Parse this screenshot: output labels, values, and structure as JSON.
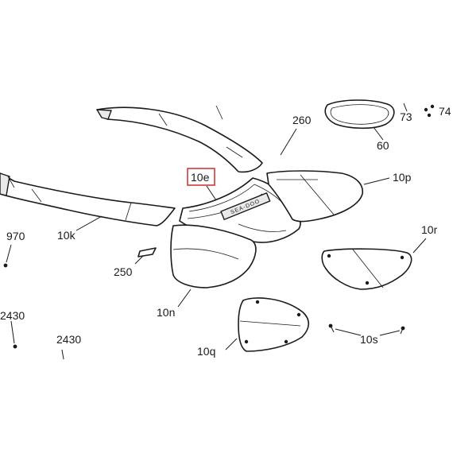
{
  "diagram": {
    "type": "exploded-parts-diagram",
    "highlighted_callout": "10e",
    "highlight_color": "#d23a3a",
    "line_color": "#1a1a1a",
    "callouts": {
      "c260": "260",
      "c73": "73",
      "c74": "74",
      "c60": "60",
      "c10e": "10e",
      "c10p": "10p",
      "c970": "970",
      "c10k": "10k",
      "c10r": "10r",
      "c250": "250",
      "c10n": "10n",
      "c2430a": "2430",
      "c2430b": "2430",
      "c10s": "10s",
      "c10q": "10q"
    },
    "logo_text": "SEA-DOO"
  }
}
